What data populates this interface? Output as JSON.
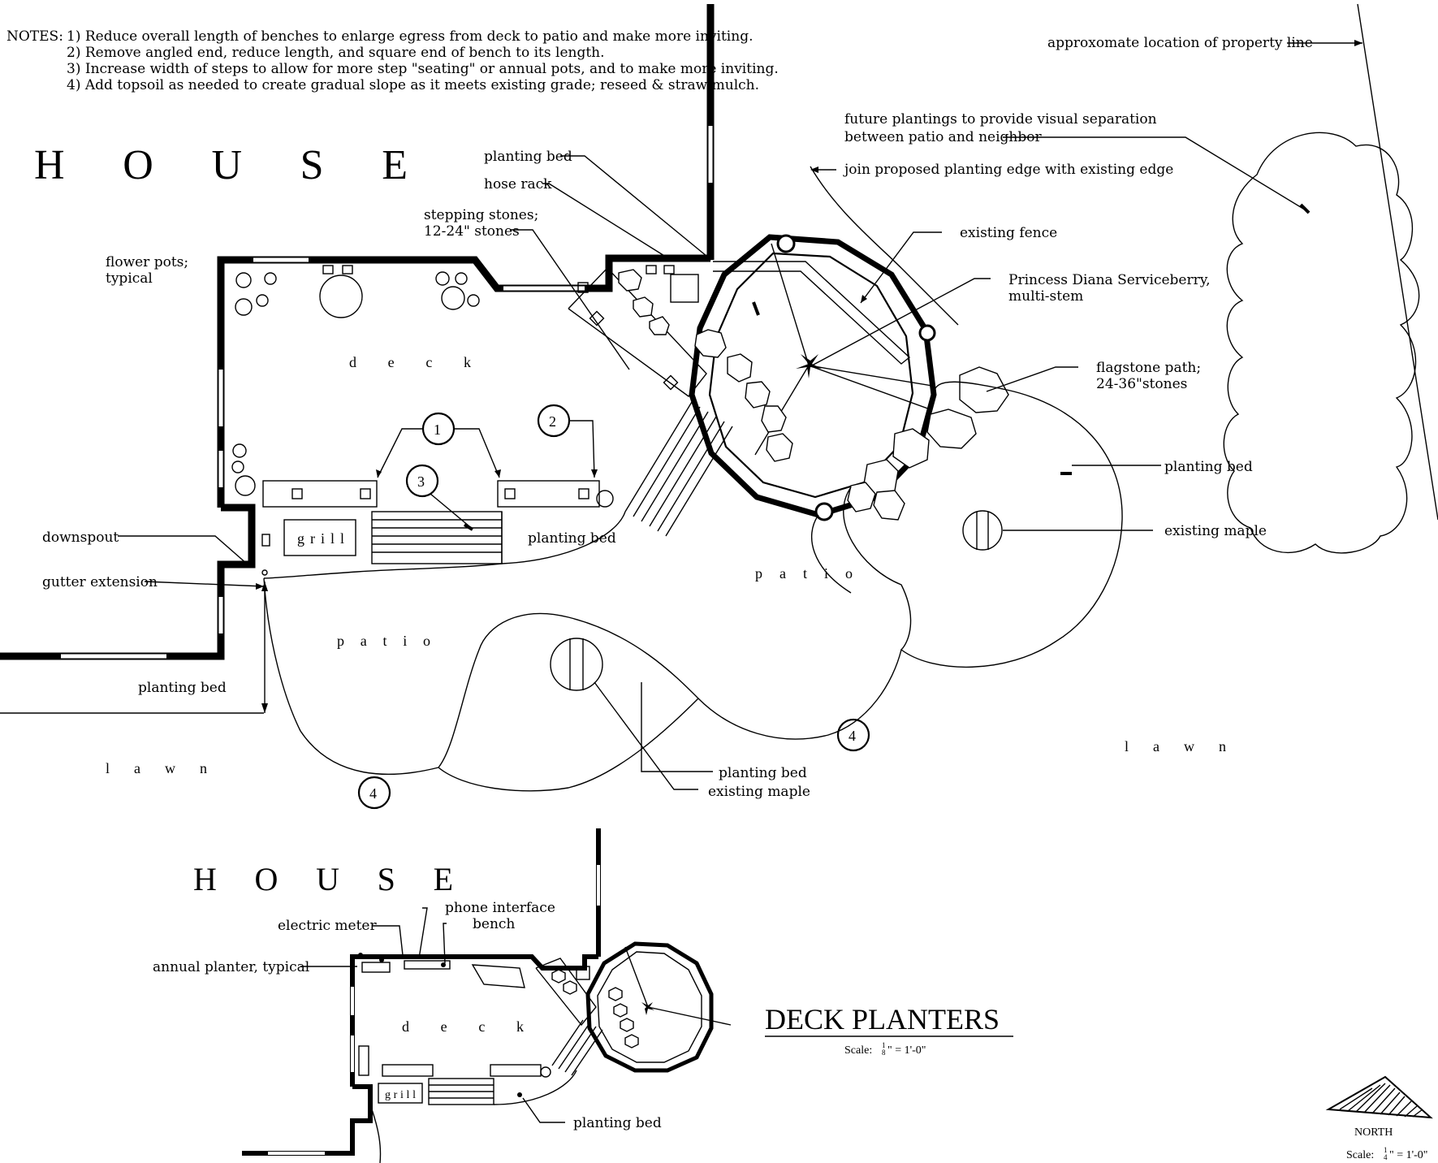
{
  "notes": {
    "prefix": "NOTES:",
    "items": [
      "1) Reduce overall length of benches to enlarge egress from deck to patio and make more inviting.",
      "2) Remove angled end, reduce length, and square end of bench to its length.",
      "3) Increase width of steps to allow for more step \"seating\" or annual pots, and to make more inviting.",
      "4) Add topsoil as needed to create gradual slope as it meets existing grade; reseed & straw mulch."
    ]
  },
  "main_plan": {
    "house": "H O U S E",
    "deck": "d e c k",
    "patio_left": "p a t i o",
    "patio_right": "p a t i o",
    "lawn_left": "l a w n",
    "lawn_right": "l a w n",
    "grill": "grill",
    "markers": [
      "1",
      "2",
      "3",
      "4"
    ],
    "labels": {
      "flower_pots": "flower pots;",
      "flower_pots_2": "typical",
      "downspout": "downspout",
      "gutter_extension": "gutter extension",
      "planting_bed_left": "planting bed",
      "planting_bed_steps": "planting bed",
      "stepping_stones": "stepping stones;",
      "stepping_stones_2": "12-24\" stones",
      "hose_rack": "hose rack",
      "planting_bed_top": "planting bed",
      "property_line": "approxomate location of property line",
      "future_plantings": "future plantings to provide visual separation",
      "future_plantings_2": "between patio and neighbor",
      "join_edge": "join proposed planting edge with existing edge",
      "existing_fence": "existing fence",
      "serviceberry": "Princess Diana Serviceberry,",
      "serviceberry_2": "multi-stem",
      "flagstone": "flagstone path;",
      "flagstone_2": "24-36\"stones",
      "planting_bed_right": "planting bed",
      "existing_maple_right": "existing maple",
      "planting_bed_bottom": "planting bed",
      "existing_maple_bottom": "existing maple"
    }
  },
  "inset_plan": {
    "house": "H O U S E",
    "deck": "d e c k",
    "grill": "grill",
    "labels": {
      "electric_meter": "electric meter",
      "phone_interface": "phone interface",
      "bench": "bench",
      "annual_planter": "annual planter, typical",
      "planting_bed": "planting bed"
    }
  },
  "title_block": {
    "title": "DECK PLANTERS",
    "scale_prefix": "Scale:",
    "scale_frac_num": "1",
    "scale_frac_den": "8",
    "scale_suffix": "\" = 1'-0\""
  },
  "north": {
    "label": "NORTH",
    "scale_prefix": "Scale:",
    "scale_frac_num": "1",
    "scale_frac_den": "4",
    "scale_suffix": "\" = 1'-0\""
  }
}
